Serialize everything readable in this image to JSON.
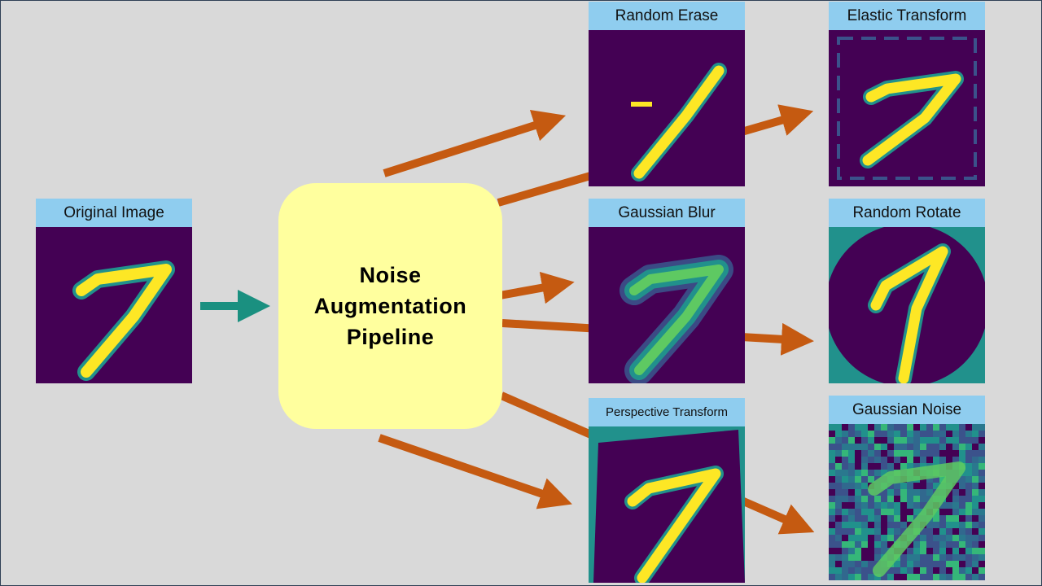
{
  "pipeline": {
    "line1": "Noise",
    "line2": "Augmentation",
    "line3": "Pipeline"
  },
  "cards": {
    "original": "Original Image",
    "random_erase": "Random Erase",
    "elastic_transform": "Elastic Transform",
    "gaussian_blur": "Gaussian Blur",
    "random_rotate": "Random Rotate",
    "perspective_transform": "Perspective Transform",
    "gaussian_noise": "Gaussian Noise"
  },
  "colors": {
    "background": "#d9d9d9",
    "label_bg": "#8fcdef",
    "pipeline_box": "#ffff9e",
    "arrow_orange": "#c55a11",
    "arrow_teal": "#1a9080",
    "viridis_dark": "#440154",
    "viridis_teal": "#21918c",
    "viridis_green": "#5ec962",
    "viridis_yellow": "#fde725"
  },
  "icons": {
    "digit_image": "handwritten-digit-seven-viridis"
  }
}
